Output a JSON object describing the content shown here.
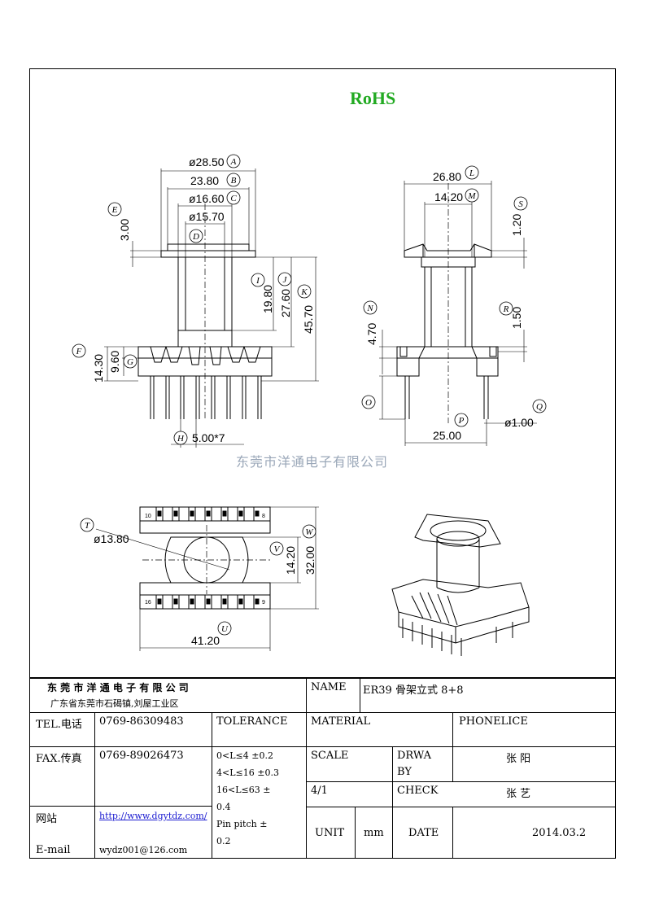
{
  "title_mark": "RoHS",
  "watermark": "东莞市洋通电子有限公司",
  "company": {
    "name": "东 莞 市 洋 通 电 子 有 限 公 司",
    "address": "广东省东莞市石碣镇,刘屋工业区"
  },
  "contacts": {
    "tel_label": "TEL.电话",
    "tel_value": "0769-86309483",
    "fax_label": "FAX.传真",
    "fax_value": "0769-89026473",
    "web_label": "网站",
    "web_value": "http://www.dgytdz.com/",
    "email_label": "E-mail",
    "email_value": "wydz001@126.com"
  },
  "tolerance": {
    "label": "TOLERANCE",
    "line1": "0<L≤4  ±0.2",
    "line2": "4<L≤16  ±0.3",
    "line3": "16<L≤63  ±",
    "line4": "0.4",
    "line5": "Pin pitch ±",
    "line6": "0.2"
  },
  "product": {
    "name_label": "NAME",
    "name_value": "ER39 骨架立式 8+8",
    "material_label": "MATERIAL",
    "phonelice_label": "PHONELICE",
    "scale_label": "SCALE",
    "scale_value": "4/1",
    "drawn_label1": "DRWA",
    "drawn_label2": "BY",
    "drawn_value": "张  阳",
    "check_label": "CHECK",
    "check_value": "张  艺",
    "unit_label": "UNIT",
    "unit_value": "mm",
    "date_label": "DATE",
    "date_value": "2014.03.2"
  },
  "dimensions": {
    "A": "ø28.50",
    "B": "23.80",
    "C": "ø16.60",
    "D": "ø15.70",
    "E": "3.00",
    "F": "14.30",
    "G": "9.60",
    "H": "5.00*7",
    "I": "19.80",
    "J": "27.60",
    "K": "45.70",
    "L": "26.80",
    "M": "14.20",
    "S": "1.20",
    "N": "4.70",
    "R": "1.50",
    "O": "",
    "P": "25.00",
    "Q": "ø1.00",
    "T": "ø13.80",
    "V": "14.20",
    "W": "32.00",
    "U": "41.20"
  },
  "callouts": [
    "A",
    "B",
    "C",
    "D",
    "E",
    "F",
    "G",
    "H",
    "I",
    "J",
    "K",
    "L",
    "M",
    "S",
    "N",
    "R",
    "O",
    "P",
    "Q",
    "T",
    "V",
    "W",
    "U"
  ],
  "pin_labels": {
    "top_left": "10",
    "top_right": "8",
    "bottom_left": "16",
    "bottom_right": "9"
  }
}
